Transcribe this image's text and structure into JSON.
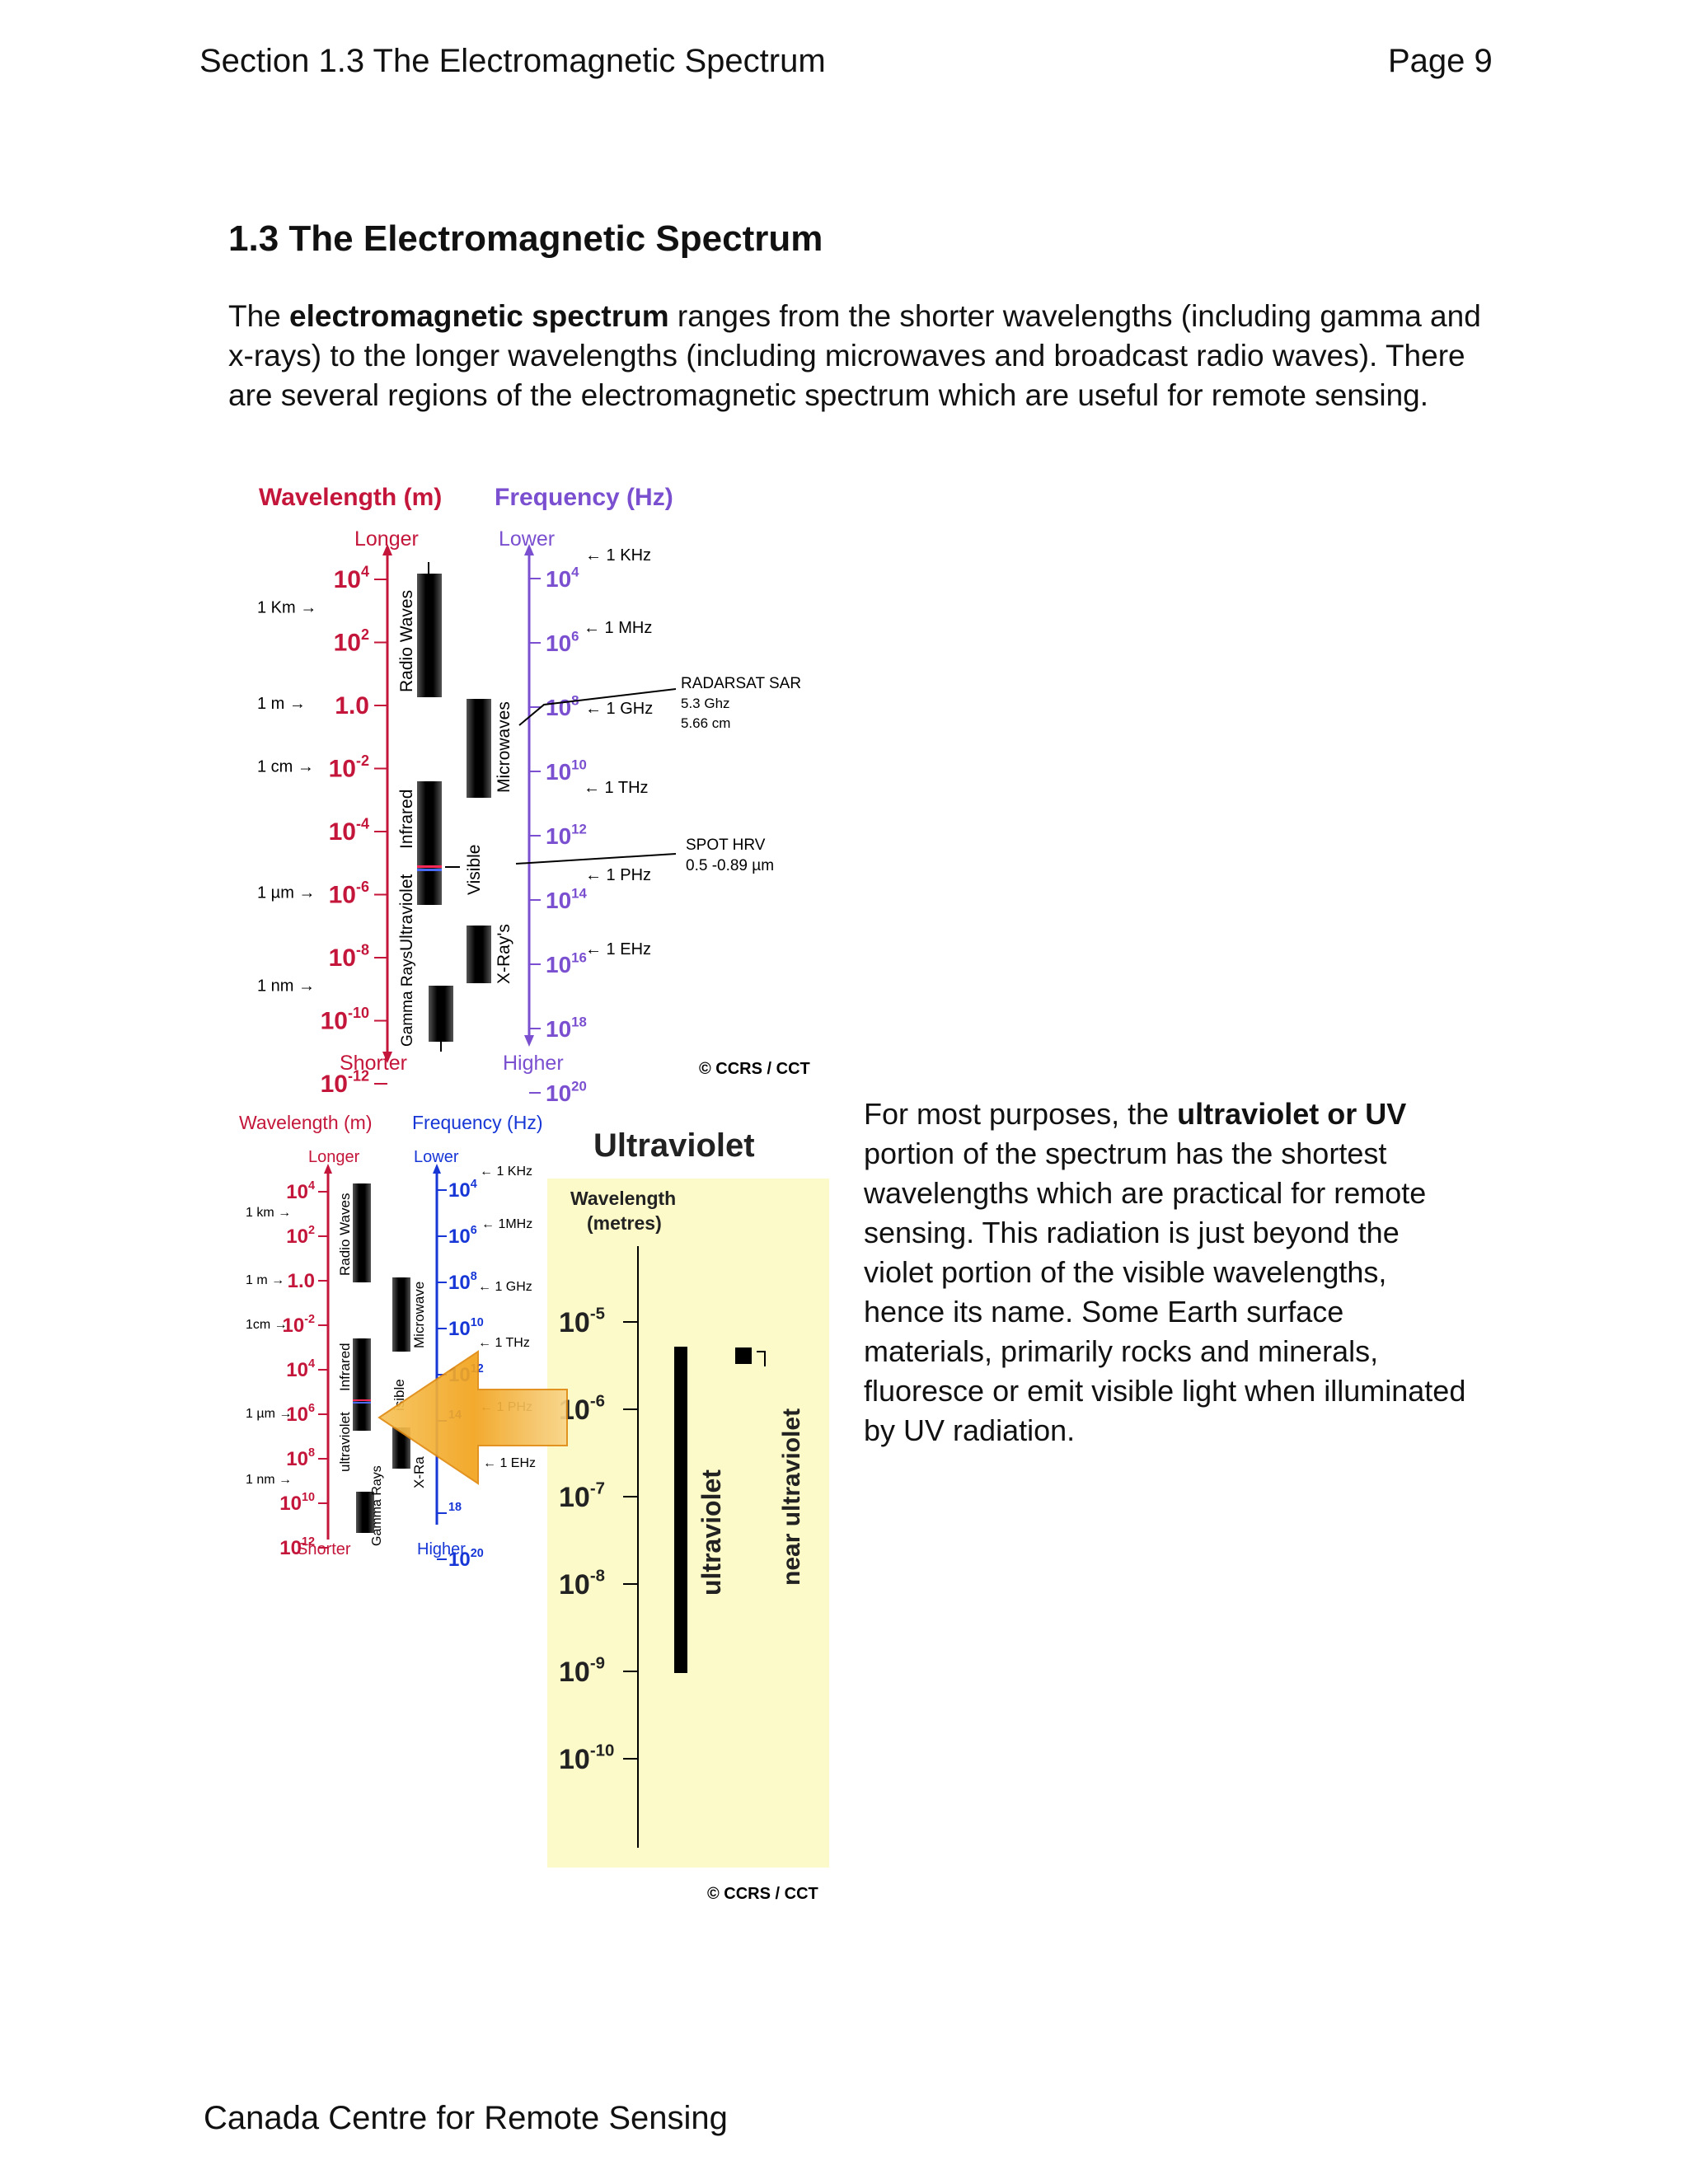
{
  "header": {
    "section": "Section 1.3 The Electromagnetic Spectrum",
    "page": "Page 9"
  },
  "title": "1.3 The Electromagnetic Spectrum",
  "intro": {
    "lead": "The ",
    "bold": "electromagnetic spectrum",
    "rest": " ranges from the shorter wavelengths (including gamma and x-rays) to the longer wavelengths (including microwaves and broadcast radio waves). There are several regions of the electromagnetic spectrum which are useful for remote sensing."
  },
  "fig1": {
    "wl_title": "Wavelength (m)",
    "fr_title": "Frequency (Hz)",
    "longer": "Longer",
    "shorter": "Shorter",
    "lower": "Lower",
    "higher": "Higher",
    "wl_ticks": [
      {
        "base": "10",
        "exp": "4"
      },
      {
        "base": "10",
        "exp": "2"
      },
      {
        "base": "1.0",
        "exp": ""
      },
      {
        "base": "10",
        "exp": "-2"
      },
      {
        "base": "10",
        "exp": "-4"
      },
      {
        "base": "10",
        "exp": "-6"
      },
      {
        "base": "10",
        "exp": "-8"
      },
      {
        "base": "10",
        "exp": "-10"
      },
      {
        "base": "10",
        "exp": "-12"
      }
    ],
    "wl_refs": [
      {
        "label": "1 Km",
        "tick": 1
      },
      {
        "label": "1 m",
        "tick": 2
      },
      {
        "label": "1 cm",
        "tick": 3
      },
      {
        "label": "1 µm",
        "tick": 5
      },
      {
        "label": "1 nm",
        "tick": 7
      }
    ],
    "fr_ticks": [
      {
        "base": "10",
        "exp": "4"
      },
      {
        "base": "10",
        "exp": "6"
      },
      {
        "base": "10",
        "exp": "8"
      },
      {
        "base": "10",
        "exp": "10"
      },
      {
        "base": "10",
        "exp": "12"
      },
      {
        "base": "10",
        "exp": "14"
      },
      {
        "base": "10",
        "exp": "16"
      },
      {
        "base": "10",
        "exp": "18"
      },
      {
        "base": "10",
        "exp": "20"
      }
    ],
    "fr_refs": [
      "1 KHz",
      "1 MHz",
      "1 GHz",
      "1 THz",
      "1 PHz",
      "1 EHz"
    ],
    "bands": [
      "Radio Waves",
      "Microwaves",
      "Infrared",
      "Visible",
      "Ultraviolet",
      "X-Ray's",
      "Gamma Rays"
    ],
    "radarsat": [
      "RADARSAT SAR",
      "5.3 Ghz",
      "5.66 cm"
    ],
    "spot": [
      "SPOT HRV",
      "0.5 -0.89 µm"
    ],
    "credit": "© CCRS / CCT"
  },
  "fig2": {
    "wl_title": "Wavelength (m)",
    "fr_title": "Frequency (Hz)",
    "longer": "Longer",
    "shorter": "Shorter",
    "lower": "Lower",
    "higher": "Higher",
    "wl_ticks": [
      {
        "base": "10",
        "exp": "4"
      },
      {
        "base": "10",
        "exp": "2"
      },
      {
        "base": "1.0",
        "exp": ""
      },
      {
        "base": "10",
        "exp": "-2"
      },
      {
        "base": "10",
        "exp": "4"
      },
      {
        "base": "10",
        "exp": "6"
      },
      {
        "base": "10",
        "exp": "8"
      },
      {
        "base": "10",
        "exp": "10"
      },
      {
        "base": "10",
        "exp": "12"
      }
    ],
    "wl_refs": [
      {
        "label": "1 km",
        "tick": 1
      },
      {
        "label": "1 m",
        "tick": 2
      },
      {
        "label": "1cm",
        "tick": 3
      },
      {
        "label": "1 µm",
        "tick": 5
      },
      {
        "label": "1 nm",
        "tick": 7
      }
    ],
    "fr_ticks": [
      {
        "base": "10",
        "exp": "4"
      },
      {
        "base": "10",
        "exp": "6"
      },
      {
        "base": "10",
        "exp": "8"
      },
      {
        "base": "10",
        "exp": "10"
      },
      {
        "base": "10",
        "exp": "12"
      },
      {
        "base": "",
        "exp": "14"
      },
      {
        "base": "",
        "exp": ""
      },
      {
        "base": "",
        "exp": "18"
      },
      {
        "base": "10",
        "exp": "20"
      }
    ],
    "fr_refs": [
      "1 KHz",
      "1MHz",
      "1 GHz",
      "1 THz",
      "1 PHz",
      "1 EHz"
    ],
    "bands": [
      "Radio Waves",
      "Microwave",
      "Infrared",
      "isible",
      "ultraviolet",
      "X-Ra",
      "Gamma Rays"
    ],
    "uv_title": "Ultraviolet",
    "uv_wl_label": [
      "Wavelength",
      "(metres)"
    ],
    "uv_ticks": [
      {
        "base": "10",
        "exp": "-5"
      },
      {
        "base": "10",
        "exp": "-6"
      },
      {
        "base": "10",
        "exp": "-7"
      },
      {
        "base": "10",
        "exp": "-8"
      },
      {
        "base": "10",
        "exp": "-9"
      },
      {
        "base": "10",
        "exp": "-10"
      }
    ],
    "uv_band": "ultraviolet",
    "near_uv": "near ultraviolet",
    "credit": "© CCRS / CCT"
  },
  "uv_paragraph": {
    "lead": "For most purposes, the ",
    "bold": "ultraviolet or UV",
    "rest": " portion of the spectrum has the shortest wavelengths which are practical for remote sensing. This radiation is just beyond the violet portion of the visible wavelengths, hence its name. Some Earth surface materials, primarily rocks and minerals, fluoresce or emit visible light when illuminated by UV radiation."
  },
  "footer": "Canada Centre for Remote Sensing",
  "colors": {
    "wavelength": "#c4163a",
    "frequency_fig1": "#7a4fd0",
    "frequency_fig2": "#1636d6",
    "uv_panel": "#fcfac8",
    "arrow": "#f2a31c"
  }
}
